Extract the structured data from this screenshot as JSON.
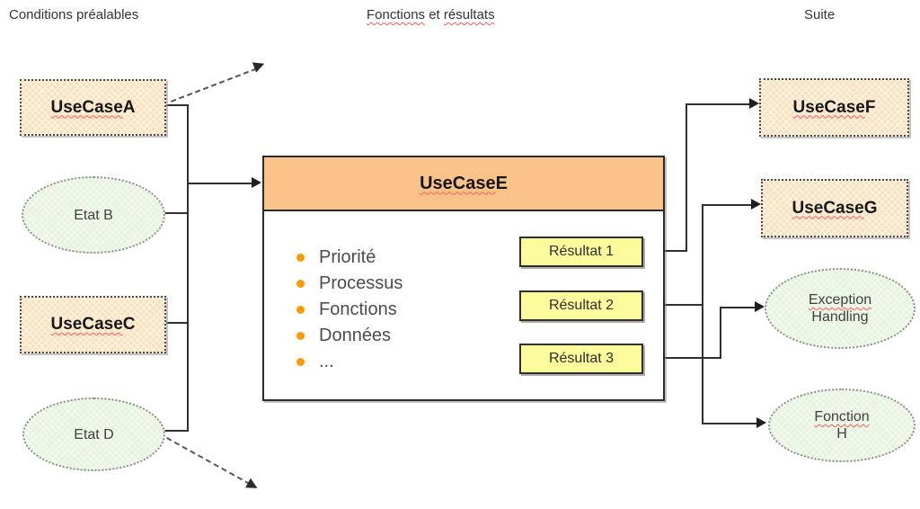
{
  "headers": {
    "left": "Conditions préalables",
    "center": {
      "word1": "Fonctions",
      "word2": "et",
      "word3": "résultats"
    },
    "right": "Suite"
  },
  "nodes": {
    "use_case_a": {
      "w1": "Use",
      "w2": "Case",
      "rest": "A"
    },
    "etat_b": {
      "label": "Etat B"
    },
    "use_case_c": {
      "w1": "Use",
      "w2": "Case",
      "rest": "C"
    },
    "etat_d": {
      "label": "Etat D"
    },
    "use_case_e": {
      "w1": "Use",
      "w2": "Case",
      "rest": "E"
    },
    "bullets": [
      "Priorité",
      "Processus",
      "Fonctions",
      "Données",
      "..."
    ],
    "results": [
      {
        "label": "Résultat 1"
      },
      {
        "label": "Résultat 2"
      },
      {
        "label": "Résultat 3"
      }
    ],
    "use_case_f": {
      "w1": "Use",
      "w2": "Case",
      "rest": "F"
    },
    "use_case_g": {
      "w1": "Use",
      "w2": "Case",
      "rest": "G"
    },
    "exception_handling": {
      "line1": "Exception",
      "line2": "Handling"
    },
    "fonction_h": {
      "line1": "Fonction",
      "line2": "H"
    }
  },
  "colors": {
    "use_case_fill": "#fae2be",
    "center_header_fill": "#f9c288",
    "result_fill": "#fbfb9b",
    "state_fill": "#e6f4e0",
    "bullet": "#ff9900",
    "squiggle": "#ff5a5a",
    "line": "#2f2f2f"
  }
}
